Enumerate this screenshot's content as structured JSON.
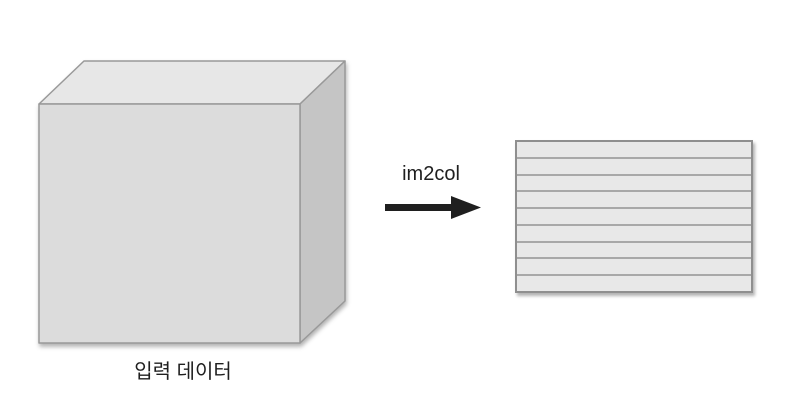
{
  "diagram": {
    "cube_label": "입력 데이터",
    "arrow_label": "im2col",
    "matrix": {
      "row_count": 9
    }
  },
  "colors": {
    "background": "#ffffff",
    "cube_front": "#dcdcdc",
    "cube_top": "#e7e7e7",
    "cube_side": "#c5c5c5",
    "shape_border": "#999999",
    "matrix_row_fill": "#e8e8e8",
    "matrix_border": "#8f8f8f",
    "matrix_divider": "#a8a8a8",
    "arrow_color": "#1f1f1f",
    "text_color": "#1f1f1f"
  }
}
